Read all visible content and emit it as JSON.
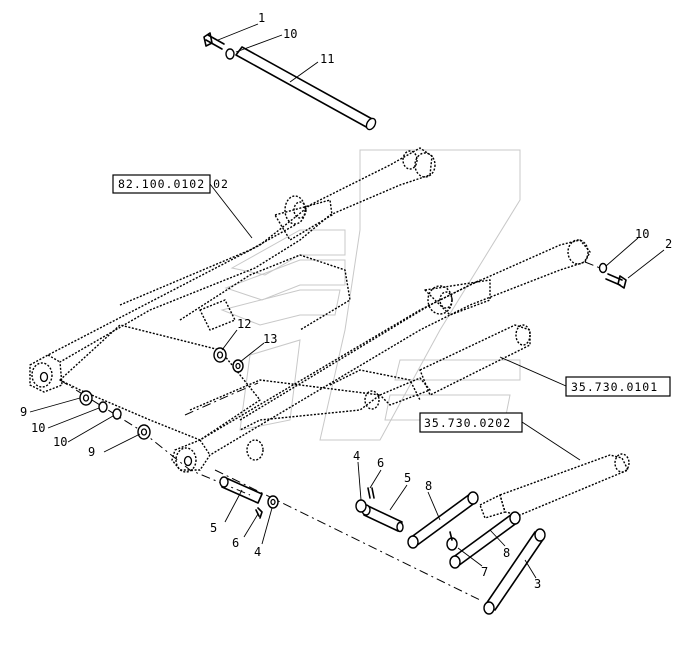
{
  "reference_boxes": {
    "frame": "82.100.0102 02",
    "cylinder_upper": "35.730.0101",
    "cylinder_lower": "35.730.0202"
  },
  "callouts": {
    "c1": "1",
    "c10_top": "10",
    "c11": "11",
    "c10_right": "10",
    "c2": "2",
    "c12": "12",
    "c13": "13",
    "c9_left": "9",
    "c10_left_a": "10",
    "c10_left_b": "10",
    "c9_left_b": "9",
    "c4_mid": "4",
    "c6_mid": "6",
    "c5_mid": "5",
    "c8_top": "8",
    "c5_left": "5",
    "c6_left": "6",
    "c4_left": "4",
    "c7": "7",
    "c8_bottom": "8",
    "c3": "3"
  },
  "colors": {
    "line": "#000000",
    "watermark": "#c8c8c8",
    "background": "#ffffff"
  }
}
